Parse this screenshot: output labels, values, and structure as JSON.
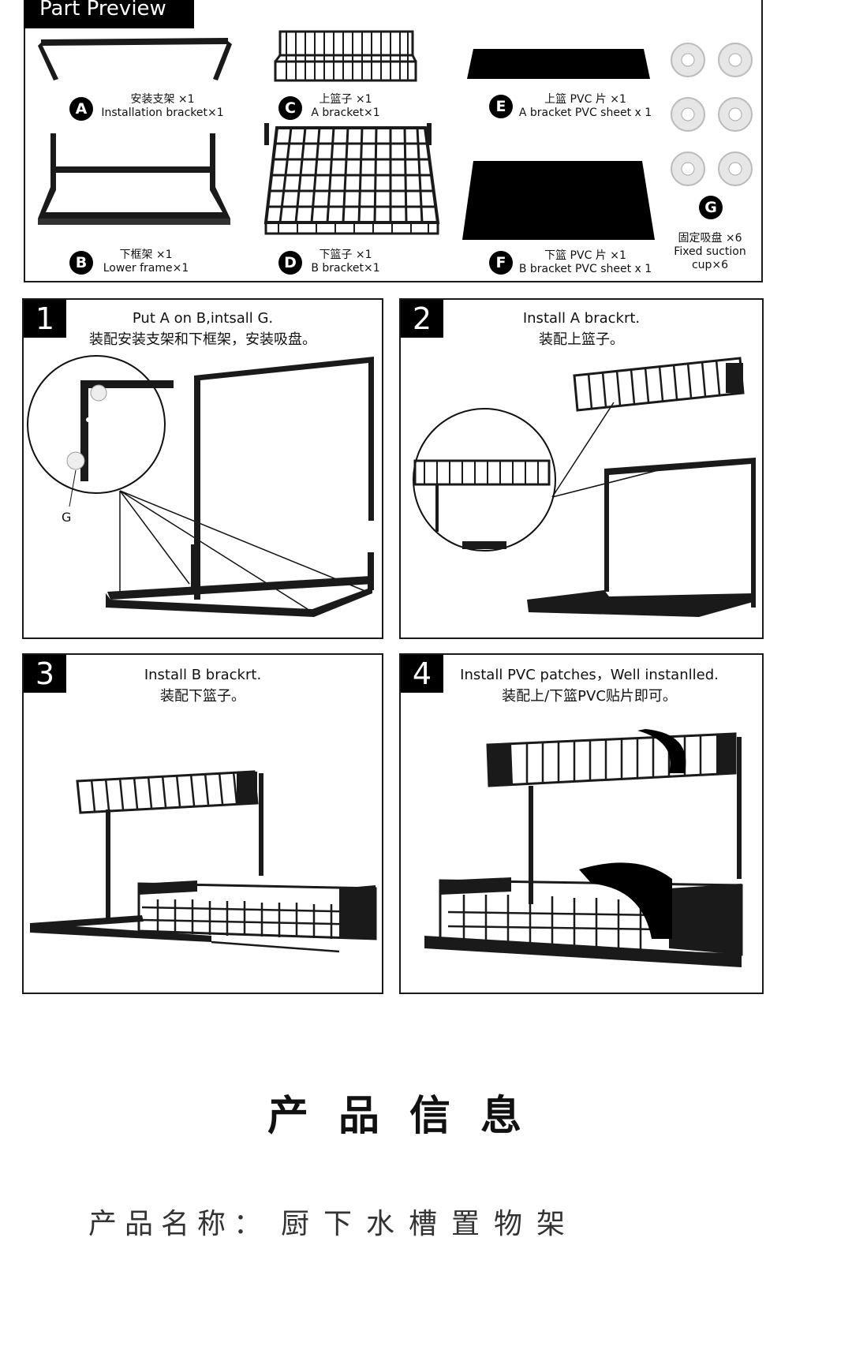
{
  "parts": {
    "title": "Part Preview",
    "items": [
      {
        "badge": "A",
        "name_cn": "安装支架 ×1",
        "name_en": "Installation bracket×1"
      },
      {
        "badge": "B",
        "name_cn": "下框架 ×1",
        "name_en": "Lower frame×1"
      },
      {
        "badge": "C",
        "name_cn": "上篮子 ×1",
        "name_en": "A bracket×1"
      },
      {
        "badge": "D",
        "name_cn": "下篮子 ×1",
        "name_en": "B bracket×1"
      },
      {
        "badge": "E",
        "name_cn": "上篮 PVC 片 ×1",
        "name_en": "A bracket PVC sheet x 1"
      },
      {
        "badge": "F",
        "name_cn": "下篮 PVC 片 ×1",
        "name_en": "B bracket PVC sheet x 1"
      },
      {
        "badge": "G",
        "name_cn": "固定吸盘 ×6",
        "name_en": "Fixed suction",
        "name_en2": "cup×6"
      }
    ]
  },
  "steps": [
    {
      "number": "1",
      "en": "Put A on B,intsall G.",
      "cn": "装配安装支架和下框架，安装吸盘。",
      "callout": "G"
    },
    {
      "number": "2",
      "en": "Install A brackrt.",
      "cn": "装配上篮子。"
    },
    {
      "number": "3",
      "en": "Install B brackrt.",
      "cn": "装配下篮子。"
    },
    {
      "number": "4",
      "en": "Install PVC patches，Well instanlled.",
      "cn": "装配上/下篮PVC贴片即可。"
    }
  ],
  "info": {
    "title": "产品信息",
    "name_label": "产品名称：",
    "name_value": "厨下水槽置物架"
  },
  "colors": {
    "ink": "#000000",
    "frame": "#1a1a1a",
    "suction": "#e6e6e6"
  }
}
